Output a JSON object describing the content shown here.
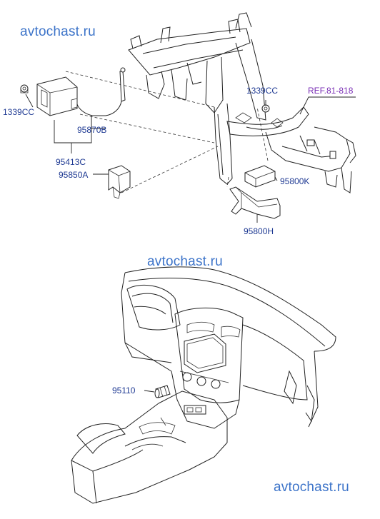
{
  "watermarks": [
    "avtochast.ru",
    "avtochast.ru",
    "avtochast.ru"
  ],
  "reference": "REF.81-818",
  "parts": {
    "bolt_left": "1339CC",
    "bolt_right": "1339CC",
    "antenna": "95870B",
    "bracket_module": "95413C",
    "clip": "95850A",
    "module_right": "95800K",
    "bracket_right": "95800H",
    "jack": "95110"
  },
  "colors": {
    "watermark": "#3d74c9",
    "part_label": "#1f3a93",
    "reference": "#7a2fb5",
    "linework": "#222222"
  }
}
